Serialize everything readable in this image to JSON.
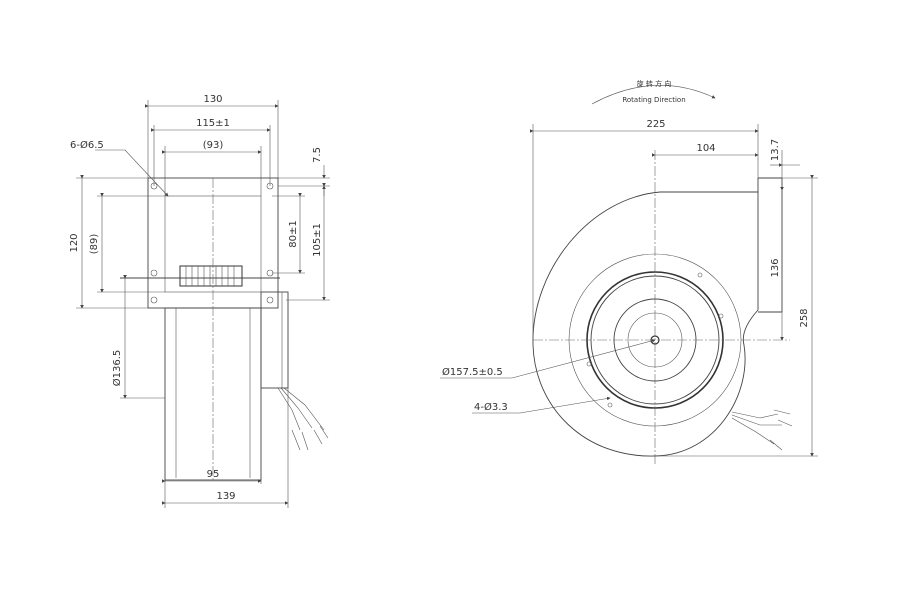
{
  "side_view": {
    "dim_width_total": "130",
    "dim_hole_spacing": "115±1",
    "dim_inner_width": "(93)",
    "dim_holes": "6-Ø6.5",
    "dim_flange_offset": "7.5",
    "dim_height_total": "120",
    "dim_inner_height": "(89)",
    "dim_vert_hole_spacing": "80±1",
    "dim_top_to_hole": "105±1",
    "dim_diameter": "Ø136.5",
    "dim_housing_width": "95",
    "dim_overall_depth": "139"
  },
  "front_view": {
    "rotation_label_cn": "旋 转 方 向",
    "rotation_label": "Rotating Direction",
    "dim_overall_width": "225",
    "dim_outlet_offset": "104",
    "dim_outlet_edge": "13.7",
    "dim_outlet_height": "136",
    "dim_overall_height": "258",
    "dim_impeller_diameter": "Ø157.5±0.5",
    "dim_mount_holes": "4-Ø3.3"
  }
}
